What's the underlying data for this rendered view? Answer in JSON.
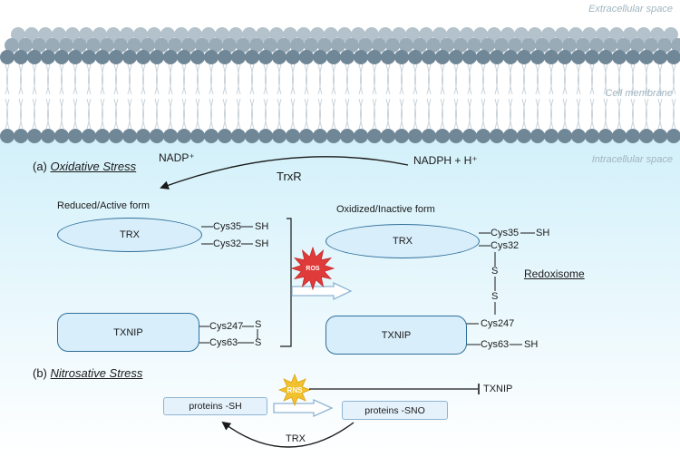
{
  "regions": {
    "extracellular": "Extracellular space",
    "membrane": "Cell membrane",
    "intracellular": "Intracellular space"
  },
  "oxidative": {
    "letter": "(a)",
    "title": "Oxidative Stress",
    "nadp": "NADP⁺",
    "nadph": "NADPH + H⁺",
    "trxr": "TrxR",
    "reduced_form": "Reduced/Active form",
    "oxidized_form": "Oxidized/Inactive form",
    "trx": "TRX",
    "txnip": "TXNIP",
    "cys35": "Cys35",
    "cys32": "Cys32",
    "cys247": "Cys247",
    "cys63": "Cys63",
    "sh": "SH",
    "s": "S",
    "ros": "ROS",
    "redoxisome": "Redoxisome"
  },
  "nitrosative": {
    "letter": "(b)",
    "title": "Nitrosative Stress",
    "rns": "RNS",
    "txnip": "TXNIP",
    "proteins_sh": "proteins -SH",
    "proteins_sno": "proteins -SNO",
    "trx": "TRX"
  },
  "colors": {
    "membrane_head": "#6f8797",
    "membrane_head_light": "#b4c2cc",
    "ros_burst": "#e03b3b",
    "rns_star": "#f2c12e",
    "shape_fill": "#d8eefb",
    "shape_border": "#2f6f9a"
  }
}
